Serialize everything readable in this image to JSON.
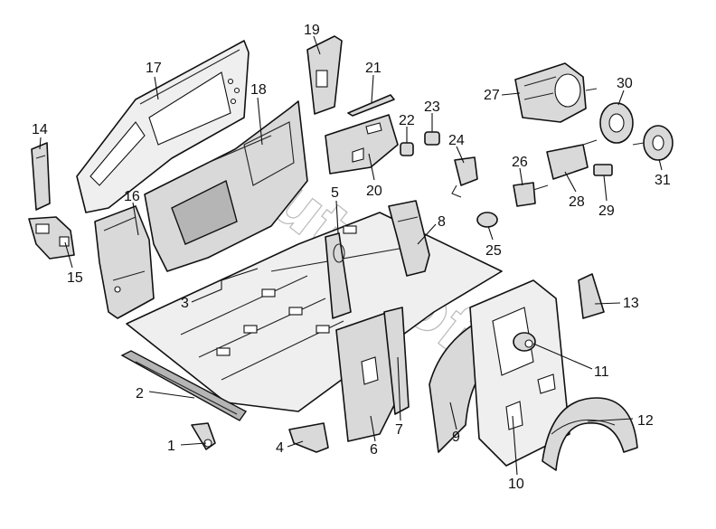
{
  "watermark": "autosoft",
  "callouts": [
    {
      "id": "1",
      "label": "1"
    },
    {
      "id": "2",
      "label": "2"
    },
    {
      "id": "3",
      "label": "3"
    },
    {
      "id": "4",
      "label": "4"
    },
    {
      "id": "5",
      "label": "5"
    },
    {
      "id": "6",
      "label": "6"
    },
    {
      "id": "7",
      "label": "7"
    },
    {
      "id": "8",
      "label": "8"
    },
    {
      "id": "9",
      "label": "9"
    },
    {
      "id": "10",
      "label": "10"
    },
    {
      "id": "11",
      "label": "11"
    },
    {
      "id": "12",
      "label": "12"
    },
    {
      "id": "13",
      "label": "13"
    },
    {
      "id": "14",
      "label": "14"
    },
    {
      "id": "15",
      "label": "15"
    },
    {
      "id": "16",
      "label": "16"
    },
    {
      "id": "17",
      "label": "17"
    },
    {
      "id": "18",
      "label": "18"
    },
    {
      "id": "19",
      "label": "19"
    },
    {
      "id": "20",
      "label": "20"
    },
    {
      "id": "21",
      "label": "21"
    },
    {
      "id": "22",
      "label": "22"
    },
    {
      "id": "23",
      "label": "23"
    },
    {
      "id": "24",
      "label": "24"
    },
    {
      "id": "25",
      "label": "25"
    },
    {
      "id": "26",
      "label": "26"
    },
    {
      "id": "27",
      "label": "27"
    },
    {
      "id": "28",
      "label": "28"
    },
    {
      "id": "29",
      "label": "29"
    },
    {
      "id": "30",
      "label": "30"
    },
    {
      "id": "31",
      "label": "31"
    }
  ]
}
